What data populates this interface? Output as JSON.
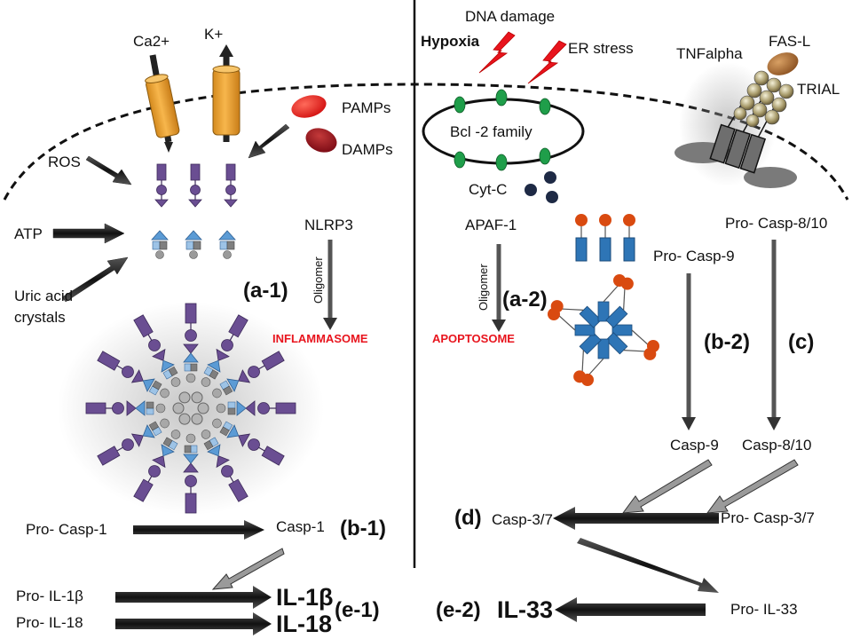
{
  "labels": {
    "ca2": "Ca2+",
    "k": "K+",
    "pamps": "PAMPs",
    "damps": "DAMPs",
    "ros": "ROS",
    "atp": "ATP",
    "uric_acid": "Uric acid crystals",
    "nlrp3": "NLRP3",
    "oligomer": "Oligomer",
    "a1": "(a-1)",
    "inflammasome": "INFLAMMASOME",
    "pro_casp1": "Pro- Casp-1",
    "casp1": "Casp-1",
    "b1": "(b-1)",
    "pro_il1b": "Pro- IL-1β",
    "pro_il18": "Pro- IL-18",
    "il1b": "IL-1β",
    "il18": "IL-18",
    "e1": "(e-1)",
    "dna_damage": "DNA damage",
    "hypoxia": "Hypoxia",
    "er_stress": "ER stress",
    "bcl2": "Bcl -2 family",
    "cytc": "Cyt-C",
    "apaf1": "APAF-1",
    "a2": "(a-2)",
    "apoptosome": "APOPTOSOME",
    "pro_casp9": "Pro- Casp-9",
    "b2": "(b-2)",
    "casp9": "Casp-9",
    "tnfalpha": "TNFalpha",
    "fasl": "FAS-L",
    "trial": "TRIAL",
    "pro_casp810": "Pro- Casp-8/10",
    "c": "(c)",
    "casp810": "Casp-8/10",
    "d": "(d)",
    "casp37": "Casp-3/7",
    "pro_casp37": "Pro- Casp-3/7",
    "e2": "(e-2)",
    "il33": "IL-33",
    "pro_il33": "Pro- IL-33"
  },
  "colors": {
    "accent_red": "#e8141d",
    "channel_orange": "#f0a93a",
    "nlrp3_purple": "#6a4e92",
    "asc_blue": "#5b9bd5",
    "casp_gray": "#9a9a9a",
    "bcl_green": "#1f9e4a",
    "cytc_navy": "#1e2a45",
    "apaf_blue": "#2e75b6",
    "apaf_orange": "#d94a10",
    "fasl_brown": "#a0642a",
    "arrow_dark": "#2b2b2b"
  }
}
